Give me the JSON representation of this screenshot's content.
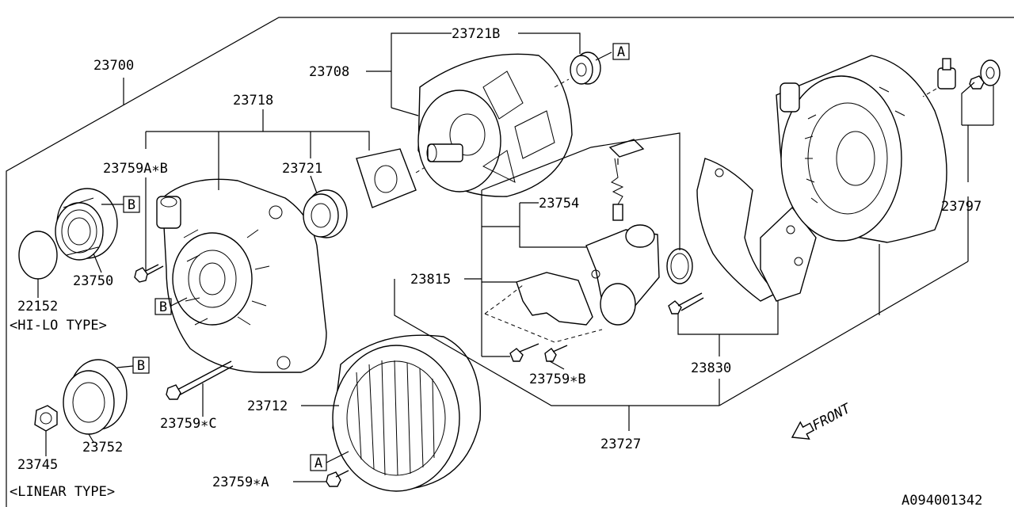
{
  "diagram_id": "A094001342",
  "parts": {
    "p23700": "23700",
    "p23721B": "23721B",
    "p23708": "23708",
    "p23718": "23718",
    "p23759AB": "23759A∗B",
    "p23721": "23721",
    "p23754": "23754",
    "p23797": "23797",
    "p23815": "23815",
    "p23750": "23750",
    "p22152": "22152",
    "p23759B": "23759∗B",
    "p23830": "23830",
    "p23712": "23712",
    "p23759C": "23759∗C",
    "p23752": "23752",
    "p23727": "23727",
    "p23745": "23745",
    "p23759A": "23759∗A"
  },
  "type_labels": {
    "hi_lo": "<HI-LO TYPE>",
    "linear": "<LINEAR TYPE>"
  },
  "callouts": {
    "a_top": "A",
    "a_bottom": "A",
    "b_upper": "B",
    "b_mid": "B",
    "b_lower": "B"
  },
  "front_label": "FRONT"
}
